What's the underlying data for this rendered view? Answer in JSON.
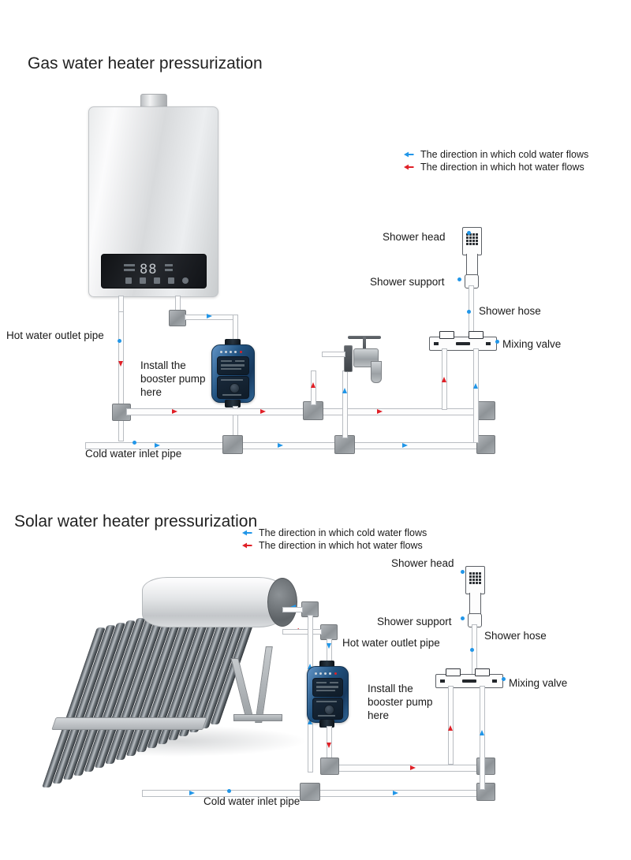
{
  "gas": {
    "title": "Gas water heater pressurization",
    "legend": [
      {
        "label": "The direction in which cold water flows",
        "color": "#2196e8",
        "icon": "left-arrow-icon"
      },
      {
        "label": "The direction in which hot water flows",
        "color": "#e02027",
        "icon": "left-arrow-icon"
      }
    ],
    "labels": {
      "hot_outlet": "Hot water outlet pipe",
      "cold_inlet": "Cold water inlet pipe",
      "install_pump": "Install the booster pump here",
      "shower_head": "Shower head",
      "shower_support": "Shower support",
      "shower_hose": "Shower hose",
      "mixing_valve": "Mixing valve"
    },
    "heater_display": "88"
  },
  "solar": {
    "title": "Solar water heater pressurization",
    "legend": [
      {
        "label": "The direction in which cold water flows",
        "color": "#2196e8",
        "icon": "left-arrow-icon"
      },
      {
        "label": "The direction in which hot water flows",
        "color": "#e02027",
        "icon": "left-arrow-icon"
      }
    ],
    "labels": {
      "hot_outlet": "Hot water outlet pipe",
      "cold_inlet": "Cold water inlet pipe",
      "install_pump": "Install the booster pump here",
      "shower_head": "Shower head",
      "shower_support": "Shower support",
      "shower_hose": "Shower hose",
      "mixing_valve": "Mixing valve"
    }
  },
  "colors": {
    "cold": "#2196e8",
    "hot": "#e02027",
    "pipe": "#fdfdfd",
    "pipe_edge": "#b9bdc2",
    "fitting": "#9a9ea2",
    "pump_blue": "#21527f"
  }
}
